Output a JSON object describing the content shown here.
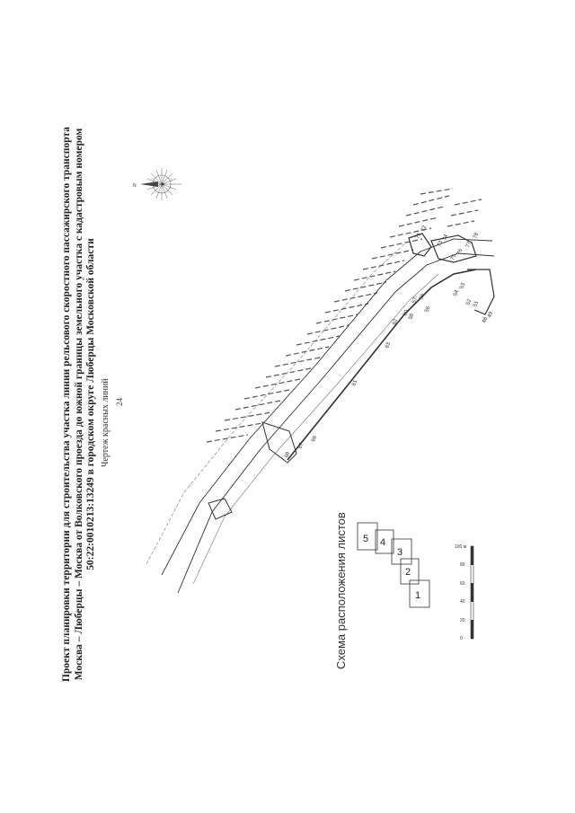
{
  "page_number": "24",
  "title_lines": [
    "Проект планировки территории для строительства участка линии рельсового скоростного пассажирского транспорта",
    "Москва – Люберцы – Москва от Волковского проезда до южной границы земельного участка с кадастровым номером",
    "50:22:0010213:13249 в городском округе Люберцы Московской области"
  ],
  "drawing_subtitle": "Чертеж красных линий",
  "sheet_scheme": {
    "label": "Схема расположения листов",
    "sheets": [
      "1",
      "2",
      "3",
      "4",
      "5"
    ]
  },
  "scale_bar": {
    "labels": [
      "0",
      "20",
      "40",
      "60",
      "80",
      "100 м"
    ]
  },
  "point_numbers": [
    "66",
    "67",
    "68",
    "61",
    "63",
    "62",
    "60",
    "57",
    "55",
    "58",
    "56",
    "54",
    "53",
    "52",
    "51",
    "48",
    "49",
    "71",
    "72",
    "73",
    "74",
    "75",
    "76",
    "77",
    "78"
  ],
  "compass": {
    "north_label": "N"
  },
  "colors": {
    "line": "#333333",
    "hatch": "#555555",
    "page": "#ffffff"
  }
}
